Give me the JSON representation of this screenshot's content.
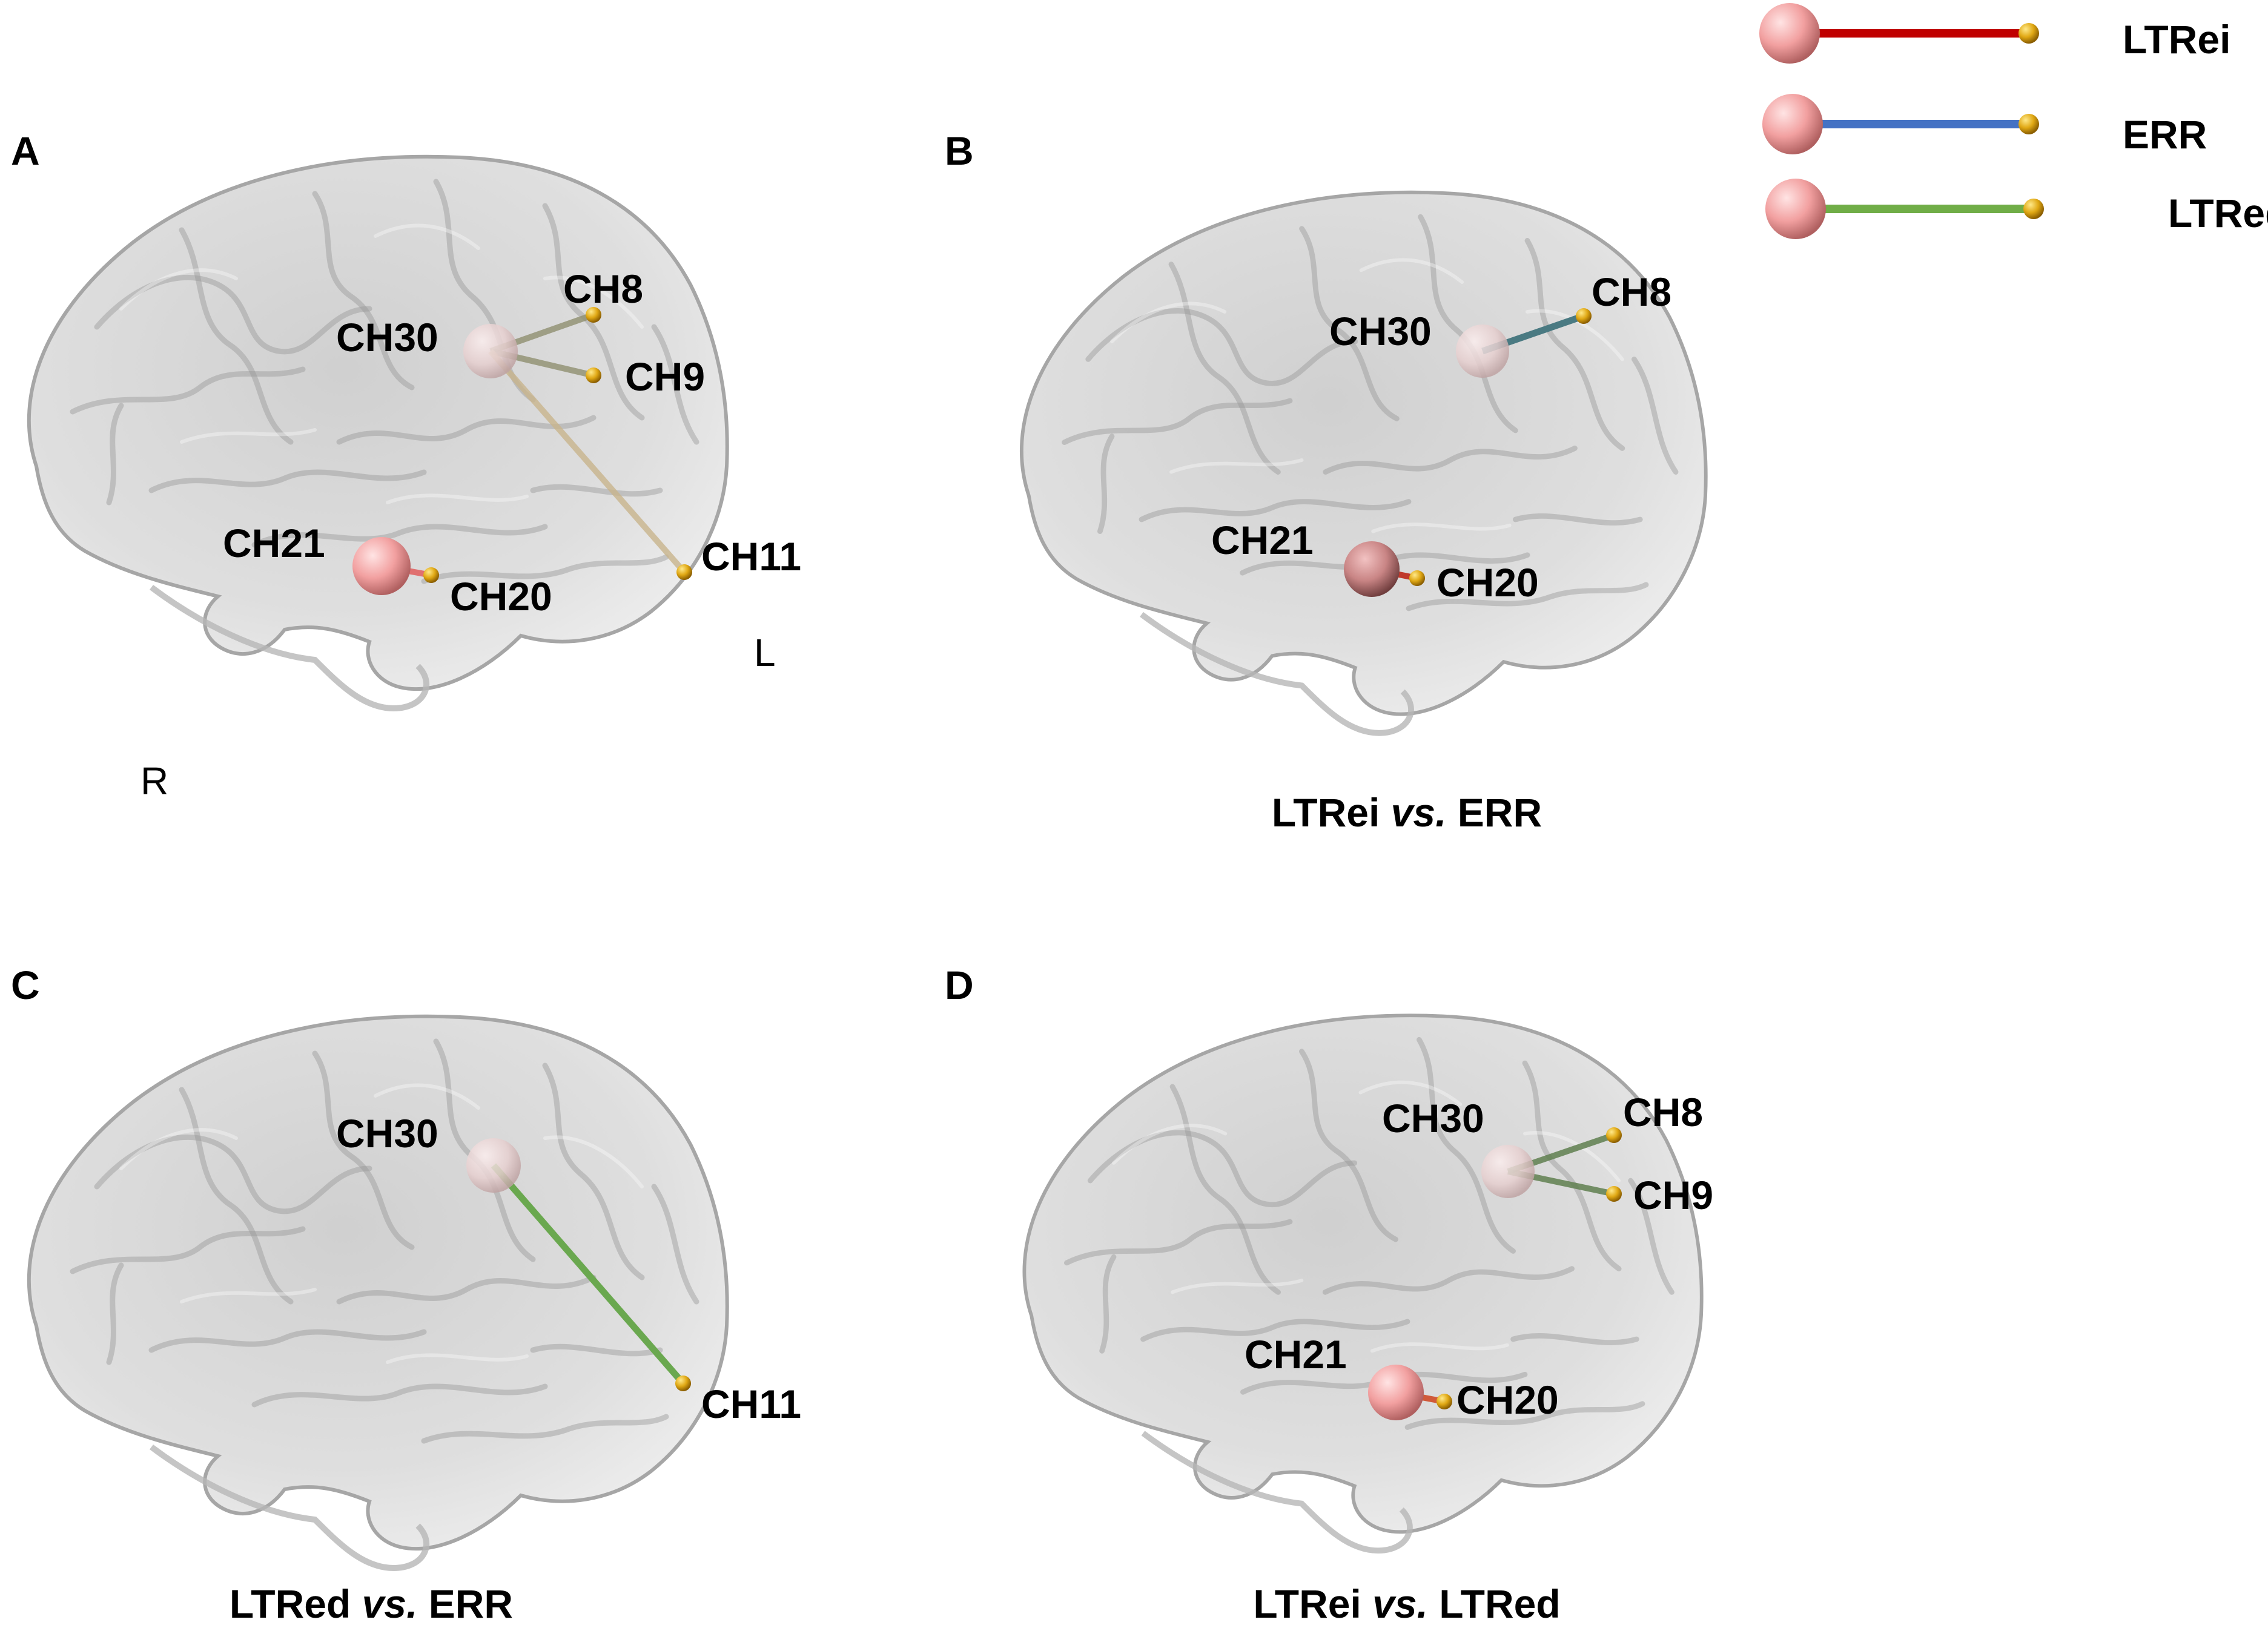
{
  "panels": [
    {
      "letter": "A",
      "channels": {
        "ch30": "CH30",
        "ch8": "CH8",
        "ch9": "CH9",
        "ch21": "CH21",
        "ch20": "CH20",
        "ch11": "CH11"
      },
      "orientation": {
        "right": "R",
        "left": "L"
      },
      "caption": {
        "a": "",
        "b": "",
        "c": ""
      }
    },
    {
      "letter": "B",
      "channels": {
        "ch30": "CH30",
        "ch8": "CH8",
        "ch21": "CH21",
        "ch20": "CH20"
      },
      "caption": {
        "a": "LTRei ",
        "b": "vs.",
        "c": " ERR"
      }
    },
    {
      "letter": "C",
      "channels": {
        "ch30": "CH30",
        "ch11": "CH11"
      },
      "caption": {
        "a": "LTRed ",
        "b": "vs.",
        "c": " ERR"
      }
    },
    {
      "letter": "D",
      "channels": {
        "ch30": "CH30",
        "ch8": "CH8",
        "ch9": "CH9",
        "ch21": "CH21",
        "ch20": "CH20"
      },
      "caption": {
        "a": "LTRei ",
        "b": "vs.",
        "c": " LTRed"
      }
    }
  ],
  "legend": [
    {
      "label": "LTRei",
      "color": "#c00000"
    },
    {
      "label": "ERR",
      "color": "#4472c4"
    },
    {
      "label": "LTRed",
      "color": "#70ad47"
    }
  ],
  "colors": {
    "brain": "#bfbfbf",
    "node_large": "#f0a0a0",
    "node_small": "#d4a017"
  }
}
